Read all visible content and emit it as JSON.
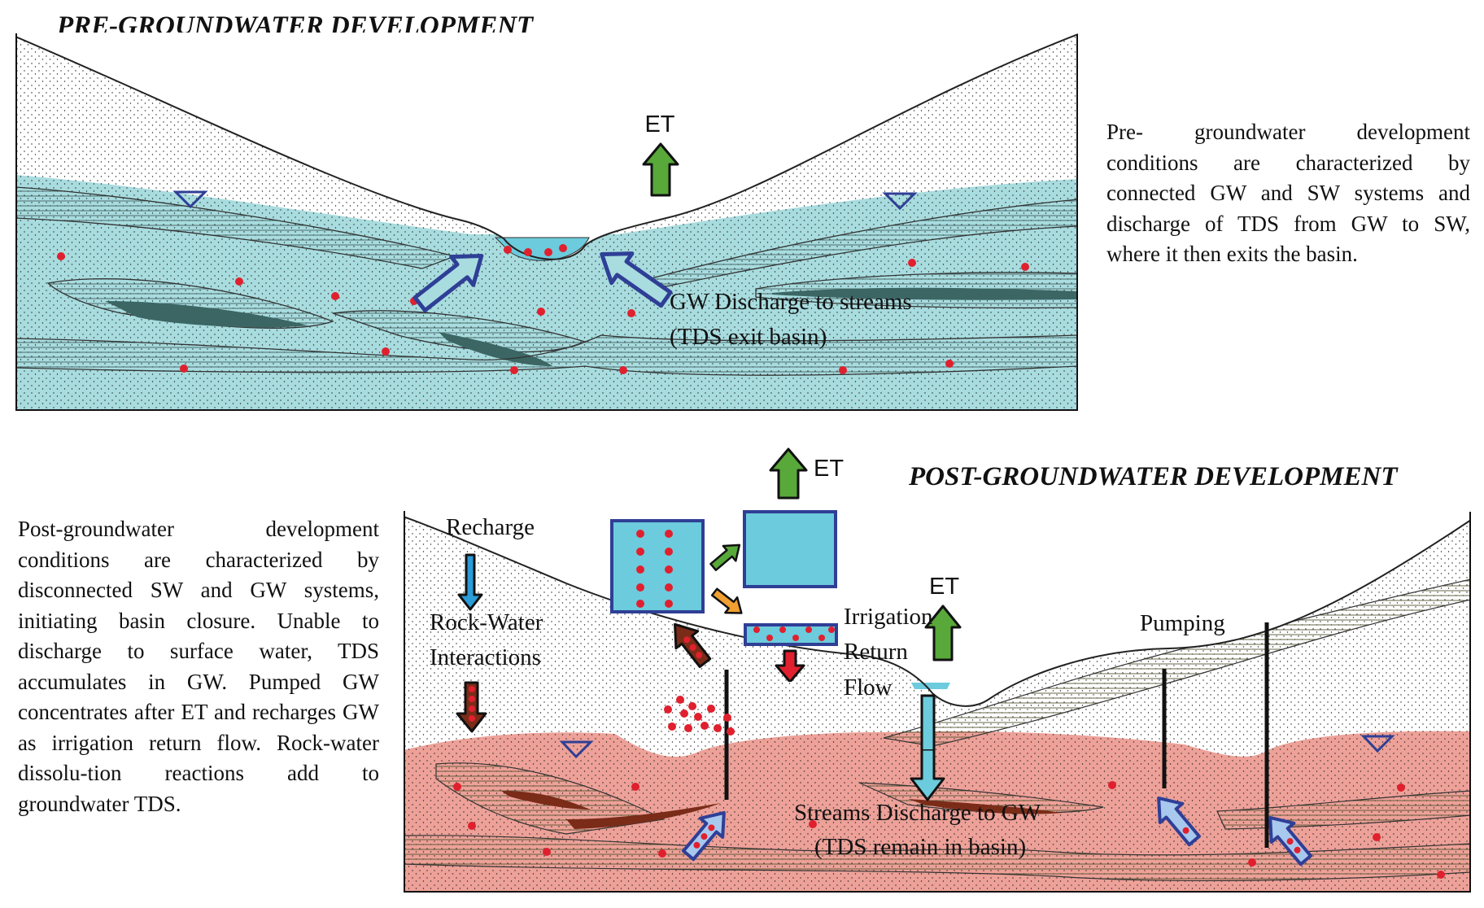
{
  "pre": {
    "title": "PRE-GROUNDWATER DEVELOPMENT",
    "description": "Pre- groundwater development conditions are characterized by connected GW and SW systems and discharge of TDS from GW to SW, where it then exits the basin.",
    "labels": {
      "et": "ET",
      "discharge_line1": "GW Discharge to streams",
      "discharge_line2": "(TDS exit basin)"
    }
  },
  "post": {
    "title": "POST-GROUNDWATER DEVELOPMENT",
    "description": "Post-groundwater development conditions are characterized by disconnected SW and GW systems, initiating basin closure. Unable to discharge to surface water, TDS accumulates in GW. Pumped GW concentrates after ET and recharges GW as irrigation return flow. Rock-water dissolu-tion reactions add to groundwater TDS.",
    "labels": {
      "et_top": "ET",
      "et_field": "ET",
      "recharge": "Recharge",
      "rock_water_line1": "Rock-Water",
      "rock_water_line2": "Interactions",
      "irrigation_line1": "Irrigation",
      "irrigation_line2": "Return",
      "irrigation_line3": "Flow",
      "pumping": "Pumping",
      "streams_line1": "Streams Discharge to GW",
      "streams_line2": "(TDS remain in basin)"
    }
  },
  "colors": {
    "groundwater_pre": "#a8dcdf",
    "groundwater_post": "#eda198",
    "stream_water": "#6ccbdc",
    "tds_dot": "#e0202e",
    "et_arrow": "#58a83a",
    "flow_arrow_outline": "#2f3f96",
    "irrigation_arrow": "#f0a030",
    "clay_lens": "#3b6664"
  }
}
